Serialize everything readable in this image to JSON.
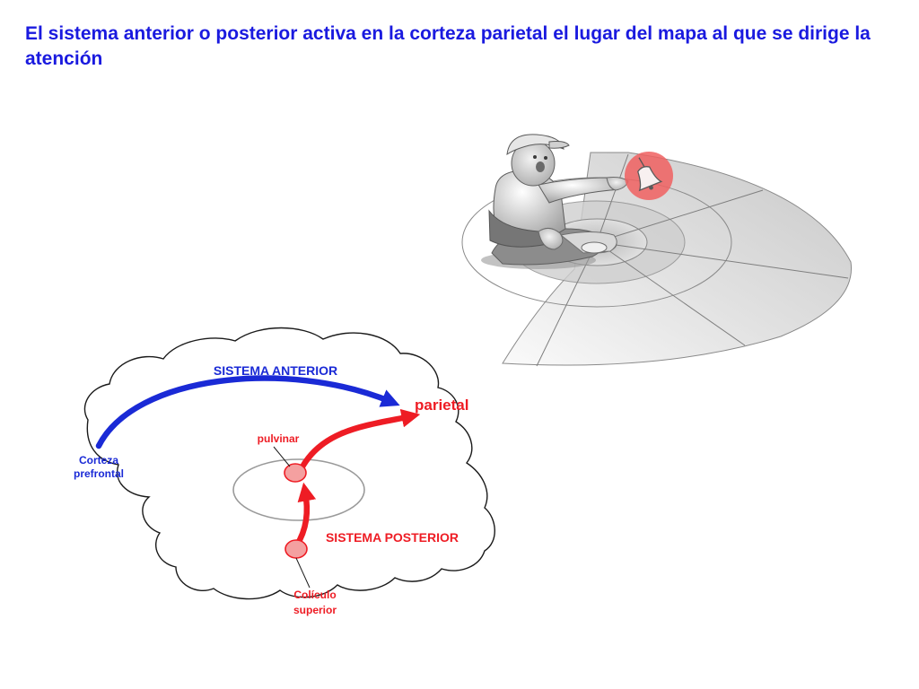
{
  "slide": {
    "title": "El sistema anterior o posterior activa en la corteza parietal el lugar del mapa al que se dirige la atención"
  },
  "diagram": {
    "labels": {
      "sistema_anterior": "SISTEMA ANTERIOR",
      "sistema_posterior": "SISTEMA POSTERIOR",
      "parietal": "parietal",
      "pulvinar": "pulvinar",
      "corteza_line1": "Corteza",
      "corteza_line2": "prefrontal",
      "coliculo_line1": "Colículo",
      "coliculo_line2": "superior"
    },
    "colors": {
      "title": "#1a1adf",
      "anterior_pathway": "#1a2ad6",
      "posterior_pathway": "#ee1c24",
      "nucleus_fill": "#f4a0a0",
      "attention_spot": "#f06060"
    },
    "icons": {
      "child": "child-pointing-icon",
      "bell": "bell-icon",
      "attention_map": "radial-attention-map"
    }
  }
}
